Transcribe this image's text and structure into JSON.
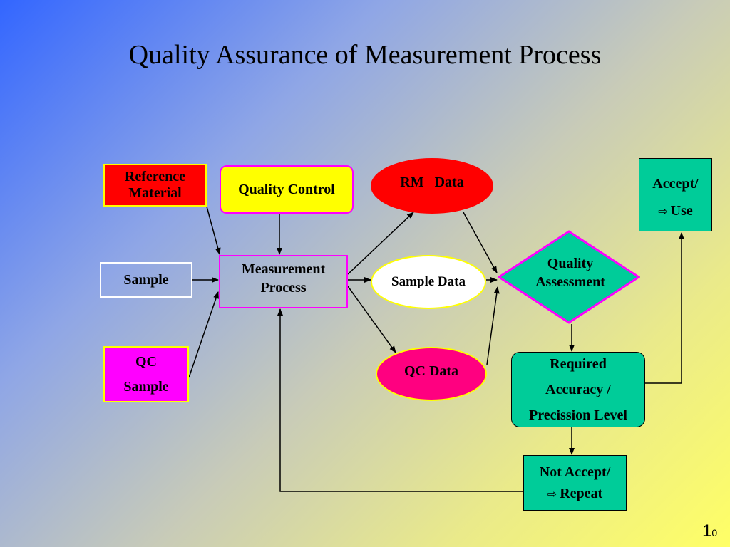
{
  "slide": {
    "title": "Quality Assurance of Measurement Process",
    "page_number": "1",
    "page_number_sub": "0"
  },
  "nodes": {
    "reference_material": {
      "line1": "Reference",
      "line2": "Material",
      "fill": "#ff0000"
    },
    "quality_control": {
      "label": "Quality Control",
      "fill": "#ffff00"
    },
    "rm_data": {
      "label": "RM   Data",
      "fill": "#ff0000"
    },
    "accept_use": {
      "line1": "Accept/",
      "line2": "Use",
      "fill": "#00cc99"
    },
    "sample": {
      "label": "Sample"
    },
    "measurement_process": {
      "line1": "Measurement",
      "line2": "Process"
    },
    "sample_data": {
      "label": "Sample Data",
      "fill": "#ffffff"
    },
    "quality_assessment": {
      "line1": "Quality",
      "line2": "Assessment",
      "fill": "#00cc99"
    },
    "qc_sample": {
      "line1": "QC",
      "line2": "Sample",
      "fill": "#ff00ff"
    },
    "qc_data": {
      "label": "QC Data",
      "fill": "#ff0080"
    },
    "required_accuracy": {
      "line1": "Required",
      "line2": "Accuracy /",
      "line3": "Precission Level",
      "fill": "#00cc99"
    },
    "not_accept_repeat": {
      "line1": "Not Accept/",
      "line2": "Repeat",
      "fill": "#00cc99"
    }
  },
  "icons": {
    "implies_glyph": "⇨"
  }
}
